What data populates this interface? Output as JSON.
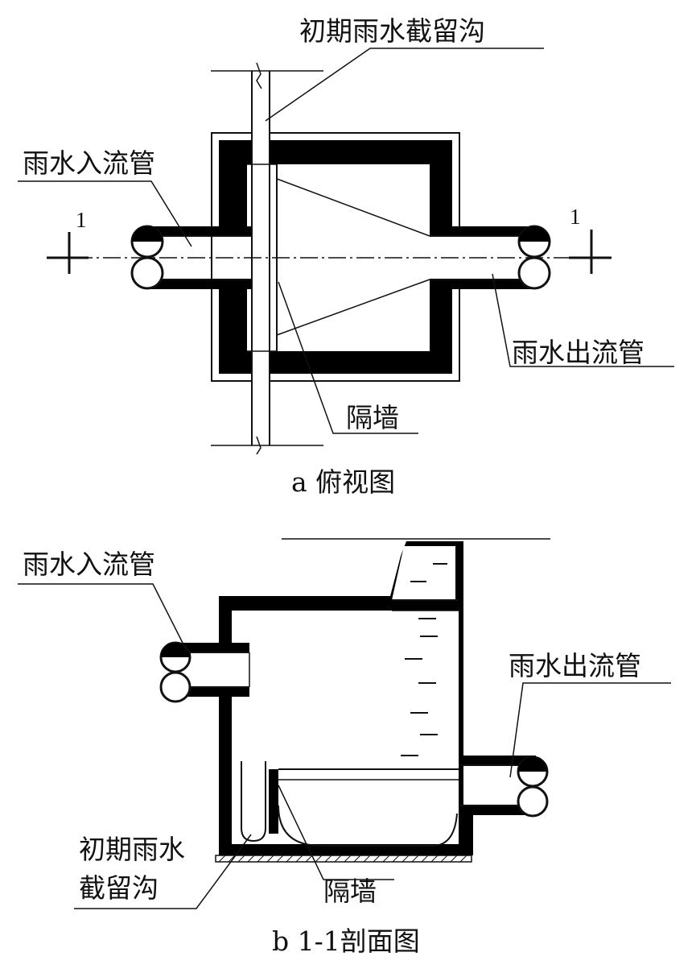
{
  "figure_a": {
    "label_interception_trench": "初期雨水截留沟",
    "label_inflow_pipe": "雨水入流管",
    "label_outflow_pipe": "雨水出流管",
    "label_partition_wall": "隔墙",
    "section_mark_left": "1",
    "section_mark_right": "1",
    "caption": "a 俯视图"
  },
  "figure_b": {
    "label_inflow_pipe": "雨水入流管",
    "label_outflow_pipe": "雨水出流管",
    "label_trench_line1": "初期雨水",
    "label_trench_line2": "截留沟",
    "label_partition_wall": "隔墙",
    "caption": "b 1-1剖面图"
  },
  "colors": {
    "line": "#111111",
    "wall_fill": "#000000",
    "background": "#ffffff"
  }
}
